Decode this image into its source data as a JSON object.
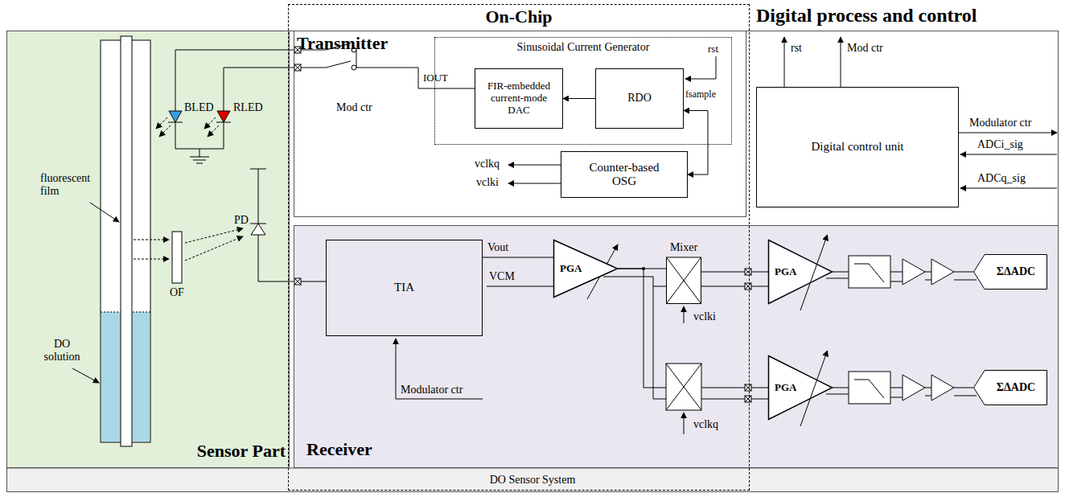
{
  "diagram": {
    "nodes": [
      {
        "text": [
          "On-Chip"
        ]
      },
      {
        "text": [
          "DO Sensor System"
        ]
      },
      {
        "text": [
          "Sensor Part"
        ],
        "in": 1
      },
      {
        "text": [
          "Transmitter"
        ],
        "in": 1
      },
      {
        "text": [
          "Sinusoidal Current Generator"
        ],
        "in": 3
      },
      {
        "text": [
          "FIR-embedded current-mode DAC"
        ],
        "in": 4
      },
      {
        "text": [
          "RDO"
        ],
        "in": 4
      },
      {
        "text": [
          "Counter-based OSG"
        ],
        "in": 3
      },
      {
        "text": [
          "Digital control unit"
        ],
        "in": 1
      },
      {
        "text": [
          "Receiver"
        ],
        "in": 1
      },
      {
        "text": [
          "TIA"
        ],
        "in": 9
      },
      {
        "text": [
          "PGA"
        ],
        "in": 9
      },
      {
        "text": [
          "Mixer"
        ],
        "in": 9
      },
      {
        "text": [
          "PGA"
        ],
        "in": 9
      },
      {
        "text": [
          "PGA"
        ],
        "in": 9
      },
      {
        "text": [
          "ΣΔADC"
        ],
        "in": 9
      },
      {
        "text": [
          "ΣΔADC"
        ],
        "in": 9
      }
    ],
    "edges": [
      {
        "from": 6,
        "to": 5,
        "arrow": "to"
      },
      {
        "from": 7,
        "to": 6,
        "arrow": "both"
      },
      {
        "from": 10,
        "to": 11,
        "arrow": "none"
      },
      {
        "from": 11,
        "to": 12,
        "arrow": "none"
      },
      {
        "from": 12,
        "to": 13,
        "arrow": "none"
      },
      {
        "from": 11,
        "to": 14,
        "arrow": "none"
      },
      {
        "from": 13,
        "to": 15,
        "arrow": "none"
      },
      {
        "from": 14,
        "to": 16,
        "arrow": "none"
      }
    ],
    "labels": [
      "Digital process and control",
      "fluorescent film",
      "DO solution",
      "OF",
      "PD",
      "BLED",
      "RLED",
      "Mod ctr",
      "IOUT",
      "rst",
      "fsample",
      "vclkq",
      "vclki",
      "rst",
      "Mod ctr",
      "Modulator ctr",
      "ADCi_sig",
      "ADCq_sig",
      "Vout",
      "VCM",
      "Modulator ctr",
      "vclki",
      "vclkq"
    ]
  }
}
